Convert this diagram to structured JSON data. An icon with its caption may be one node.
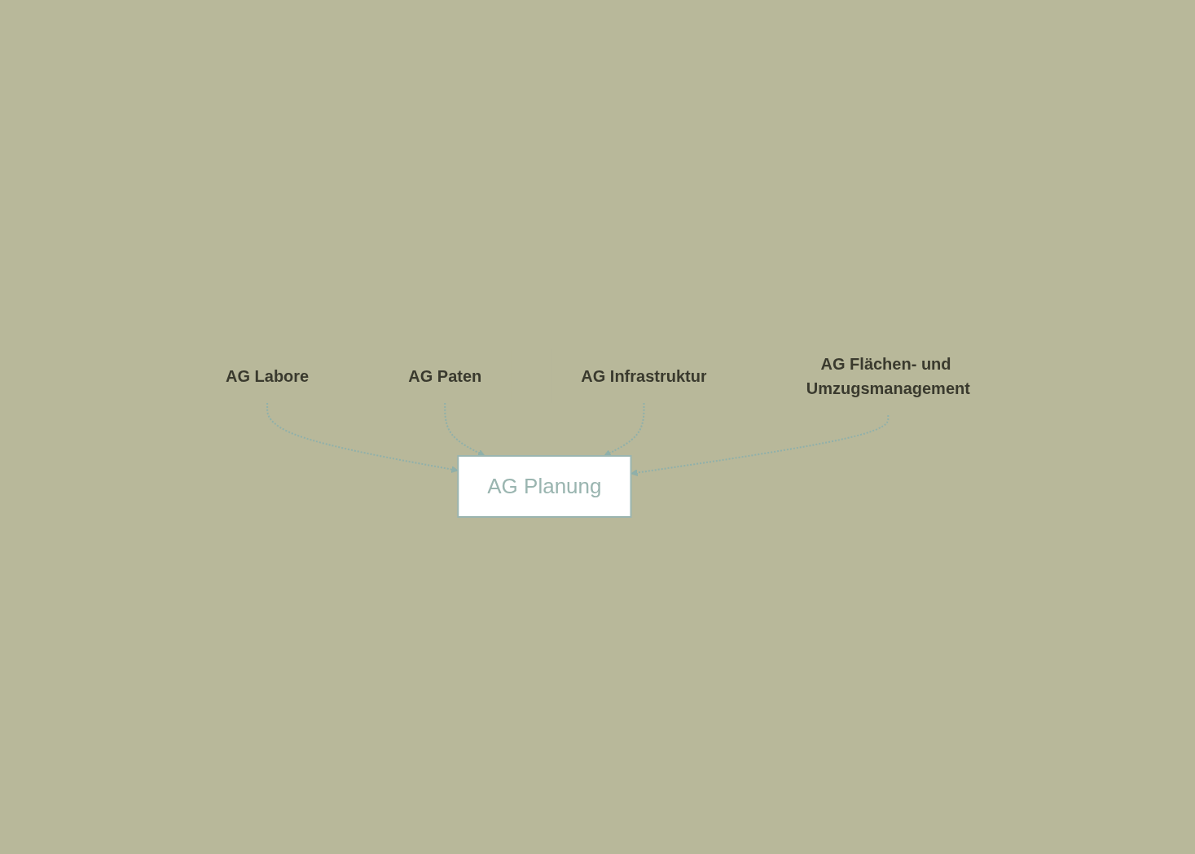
{
  "diagram": {
    "nodes": [
      {
        "text": [
          "AG Labore"
        ]
      },
      {
        "text": [
          "AG Paten"
        ]
      },
      {
        "text": [
          "AG Planung"
        ]
      },
      {
        "text": [
          "AG Infrastruktur"
        ]
      },
      {
        "text": [
          "AG Flächen- und Umzugsmanagement"
        ]
      }
    ],
    "edges": [
      {
        "from": 0,
        "to": 2,
        "arrow": "to",
        "style": "dashed"
      },
      {
        "from": 1,
        "to": 2,
        "arrow": "to",
        "style": "dashed"
      },
      {
        "from": 3,
        "to": 2,
        "arrow": "to",
        "style": "dashed"
      },
      {
        "from": 4,
        "to": 2,
        "arrow": "to",
        "style": "dashed"
      }
    ]
  }
}
